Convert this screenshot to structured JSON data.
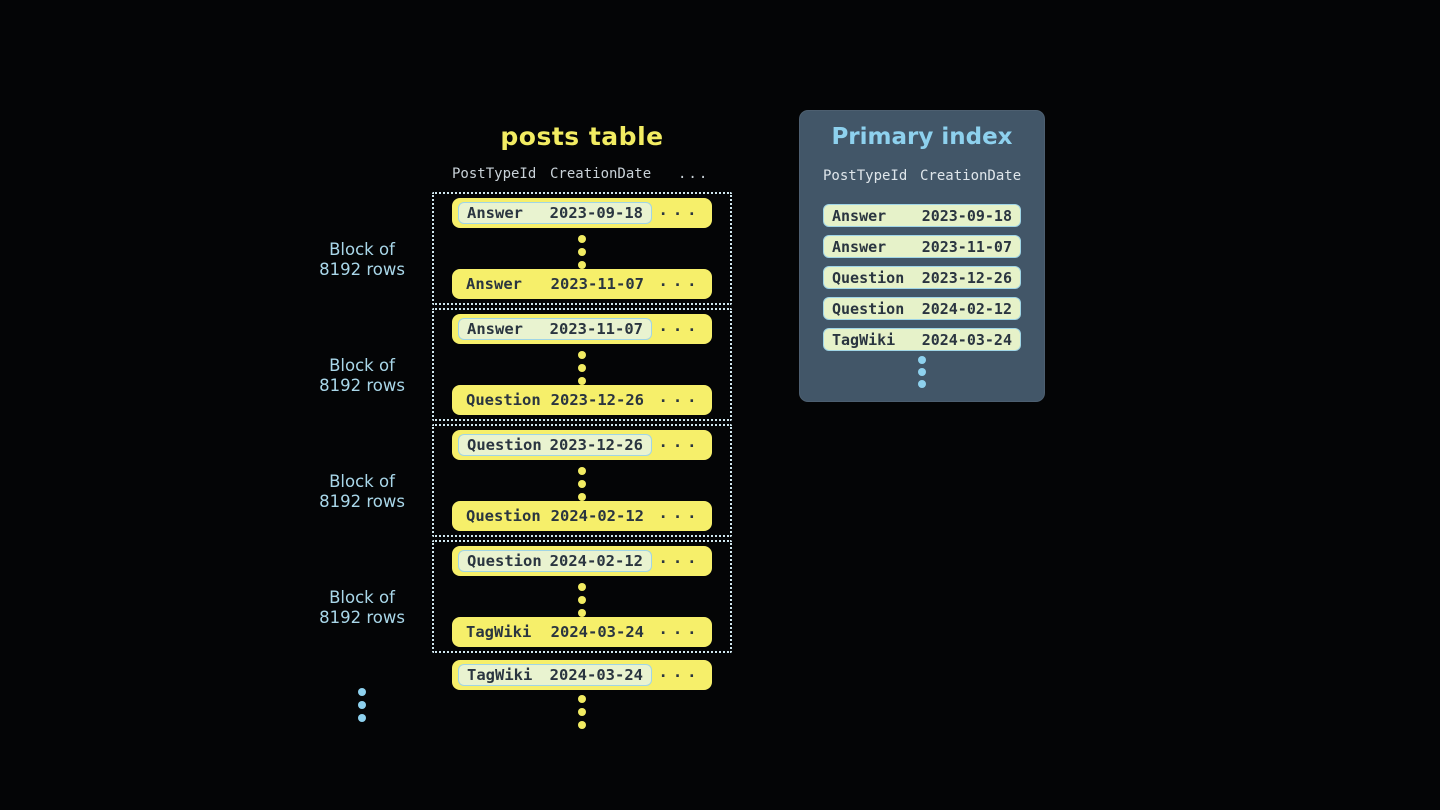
{
  "colors": {
    "background": "#040506",
    "row_yellow": "#f6ef6a",
    "row_text": "#2a3540",
    "highlight_fill": "#e9f3d0",
    "highlight_border": "#a0d5e6",
    "block_border": "#cfe6ed",
    "panel_background": "#425668",
    "accent_blue": "#8ed1ee",
    "label_blue": "#a9d7e9",
    "title_yellow": "#f2ec62"
  },
  "posts_table": {
    "title": "posts table",
    "headers": {
      "col1": "PostTypeId",
      "col2": "CreationDate",
      "col3": "..."
    },
    "row_ellipsis": "...",
    "block_label_line1": "Block of",
    "block_label_line2": "8192 rows",
    "blocks": [
      {
        "first": {
          "type": "Answer",
          "date": "2023-09-18"
        },
        "last": {
          "type": "Answer",
          "date": "2023-11-07"
        }
      },
      {
        "first": {
          "type": "Answer",
          "date": "2023-11-07"
        },
        "last": {
          "type": "Question",
          "date": "2023-12-26"
        }
      },
      {
        "first": {
          "type": "Question",
          "date": "2023-12-26"
        },
        "last": {
          "type": "Question",
          "date": "2024-02-12"
        }
      },
      {
        "first": {
          "type": "Question",
          "date": "2024-02-12"
        },
        "last": {
          "type": "TagWiki",
          "date": "2024-03-24"
        }
      }
    ],
    "overflow_row": {
      "type": "TagWiki",
      "date": "2024-03-24"
    }
  },
  "primary_index": {
    "title": "Primary index",
    "headers": {
      "col1": "PostTypeId",
      "col2": "CreationDate"
    },
    "rows": [
      {
        "type": "Answer",
        "date": "2023-09-18"
      },
      {
        "type": "Answer",
        "date": "2023-11-07"
      },
      {
        "type": "Question",
        "date": "2023-12-26"
      },
      {
        "type": "Question",
        "date": "2024-02-12"
      },
      {
        "type": "TagWiki",
        "date": "2024-03-24"
      }
    ]
  }
}
